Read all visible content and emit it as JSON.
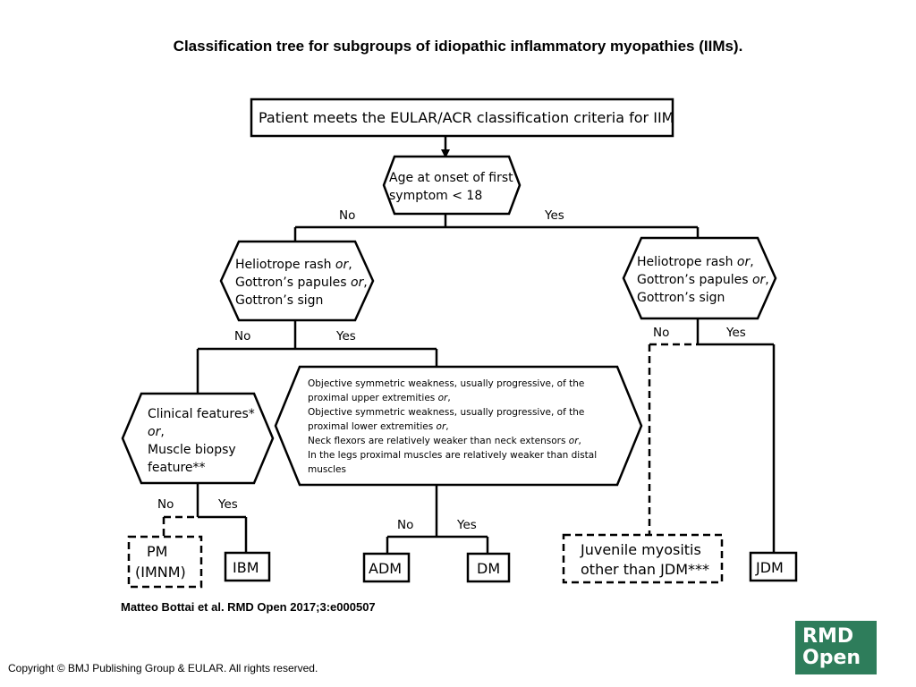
{
  "title": "Classification tree for subgroups of idiopathic inflammatory myopathies (IIMs).",
  "root": "Patient meets the EULAR/ACR classification criteria for IIM",
  "age_node": [
    "Age at onset of first",
    "symptom < 18"
  ],
  "skin_node_left": [
    "Heliotrope rash or,",
    "Gottron’s papules or,",
    "Gottron’s sign"
  ],
  "skin_node_right": [
    "Heliotrope rash or,",
    "Gottron’s papules or,",
    "Gottron’s sign"
  ],
  "clinical_node": [
    "Clinical features*",
    "or,",
    "Muscle biopsy",
    "feature**"
  ],
  "weakness_node": [
    "Objective symmetric weakness, usually progressive, of the",
    "proximal upper extremities  or,",
    "Objective symmetric weakness, usually progressive, of the",
    "proximal lower extremities or,",
    "Neck flexors are relatively weaker than neck extensors or,",
    "In the legs proximal  muscles are relatively weaker than distal",
    "muscles"
  ],
  "branches": {
    "no": "No",
    "yes": "Yes"
  },
  "leaves": {
    "pm": [
      "PM",
      "(IMNM)"
    ],
    "ibm": "IBM",
    "adm": "ADM",
    "dm": "DM",
    "juvenile": [
      "Juvenile myositis",
      "other than JDM***"
    ],
    "jdm": "JDM"
  },
  "citation": "Matteo Bottai et al. RMD Open 2017;3:e000507",
  "copyright": "Copyright © BMJ Publishing Group & EULAR. All rights reserved.",
  "logo": [
    "RMD",
    "Open"
  ],
  "colors": {
    "logo_bg": "#2e7d5b",
    "stroke": "#000000"
  }
}
